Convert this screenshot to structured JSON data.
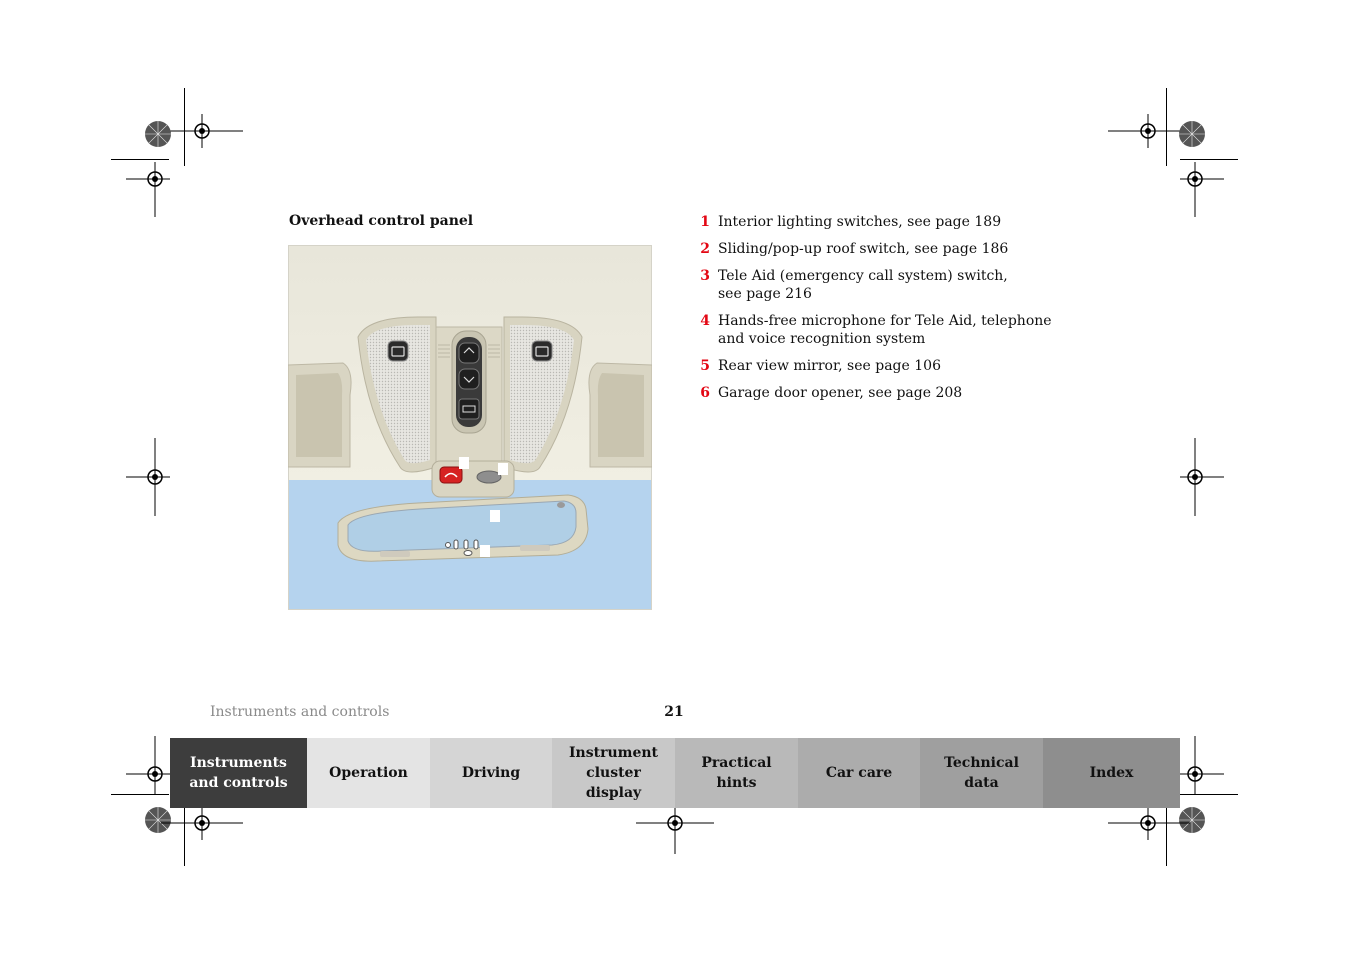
{
  "heading": "Overhead control panel",
  "items": [
    {
      "num": "1",
      "text": "Interior lighting switches, see page 189"
    },
    {
      "num": "2",
      "text": "Sliding/pop-up roof switch, see page 186"
    },
    {
      "num": "3",
      "text": "Tele Aid (emergency call system) switch, see page 216"
    },
    {
      "num": "4",
      "text": "Hands-free microphone for Tele Aid, telephone and voice recognition system"
    },
    {
      "num": "5",
      "text": "Rear view mirror, see page 106"
    },
    {
      "num": "6",
      "text": "Garage door opener, see page 208"
    }
  ],
  "footer": {
    "section": "Instruments and controls",
    "page": "21"
  },
  "tabs": [
    {
      "label": "Instruments and controls",
      "active": true,
      "color": "#3d3d3d"
    },
    {
      "label": "Operation",
      "active": false,
      "color": "#e4e4e4"
    },
    {
      "label": "Driving",
      "active": false,
      "color": "#d5d5d5"
    },
    {
      "label": "Instrument cluster display",
      "active": false,
      "color": "#c8c8c8"
    },
    {
      "label": "Practical hints",
      "active": false,
      "color": "#b9b9b9"
    },
    {
      "label": "Car care",
      "active": false,
      "color": "#acacac"
    },
    {
      "label": "Technical data",
      "active": false,
      "color": "#9f9f9f"
    },
    {
      "label": "Index",
      "active": false,
      "color": "#8e8e8e"
    }
  ],
  "colors": {
    "accent": "#e30613",
    "footer_gray": "#8a8a8a"
  }
}
